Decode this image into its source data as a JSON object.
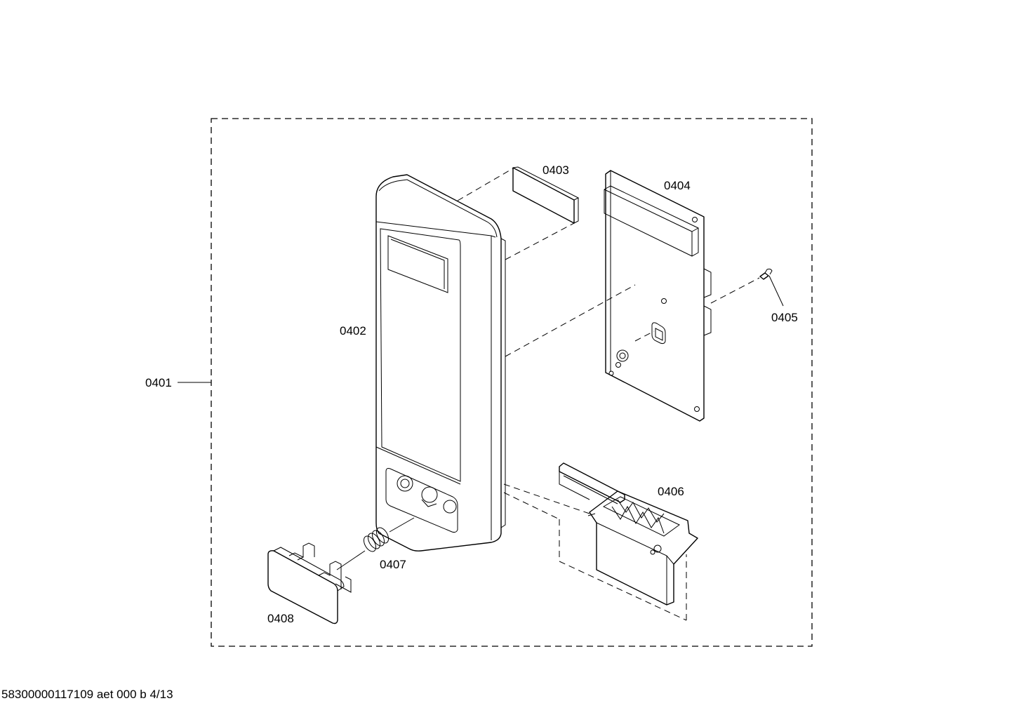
{
  "diagram": {
    "labels": {
      "p0401": "0401",
      "p0402": "0402",
      "p0403": "0403",
      "p0404": "0404",
      "p0405": "0405",
      "p0406": "0406",
      "p0407": "0407",
      "p0408": "0408"
    }
  },
  "footer": {
    "text": "58300000117109 aet 000 b 4/13"
  }
}
